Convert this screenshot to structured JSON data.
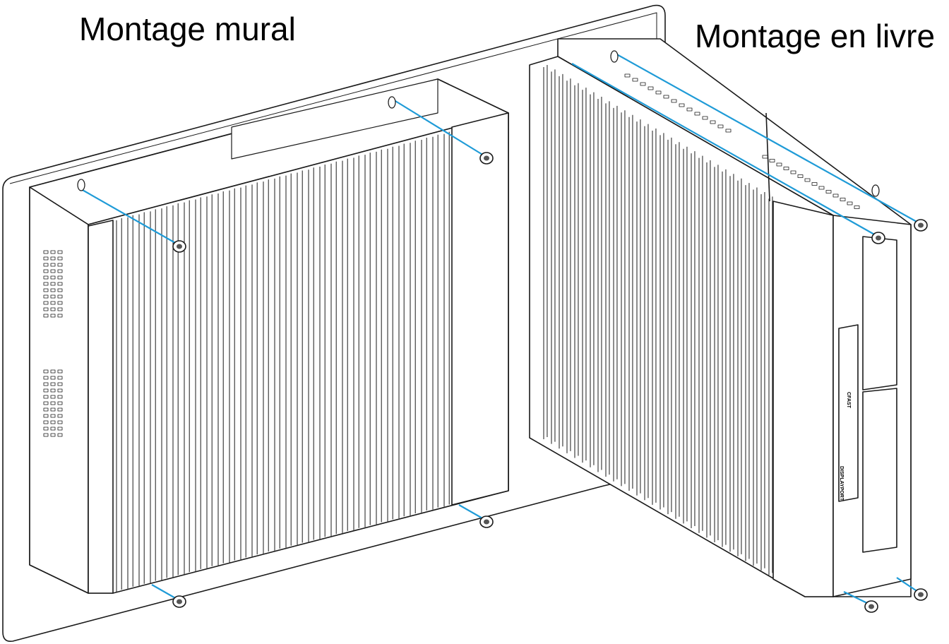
{
  "titles": {
    "wall_mount": "Montage mural",
    "book_mount": "Montage en livre"
  },
  "port_labels": {
    "cfast": "CFAST",
    "displayport": "DISPLAYPORT"
  },
  "colors": {
    "guide_line": "#1f9bd7",
    "outline": "#1a1a1a",
    "fill": "#ffffff"
  }
}
